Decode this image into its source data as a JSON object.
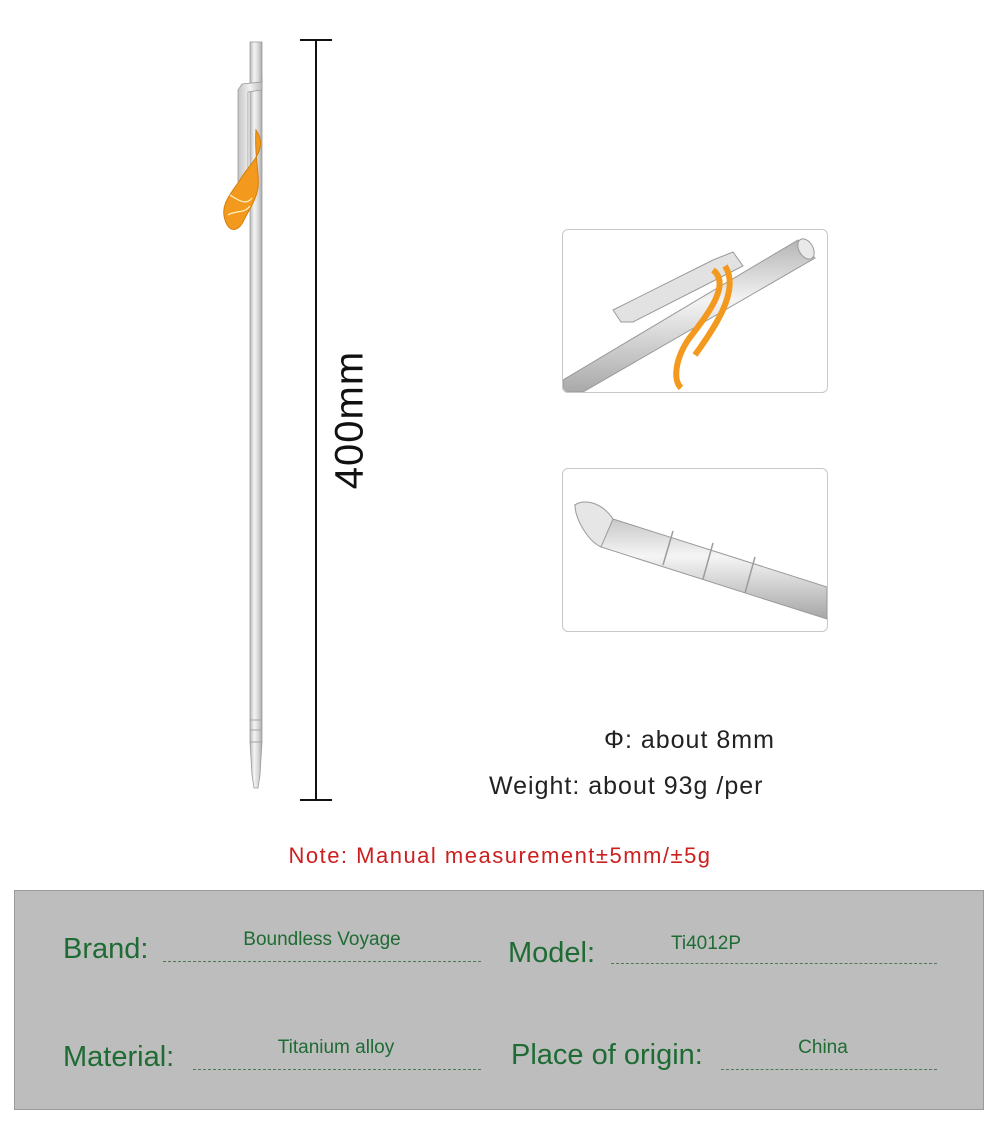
{
  "dimension": {
    "length_label": "400mm"
  },
  "specs": {
    "diameter": "Φ: about 8mm",
    "weight": "Weight: about 93g /per"
  },
  "note": "Note: Manual measurement±5mm/±5g",
  "info": {
    "brand_label": "Brand:",
    "brand_value": "Boundless Voyage",
    "model_label": "Model:",
    "model_value": "Ti4012P",
    "material_label": "Material:",
    "material_value": "Titanium alloy",
    "origin_label": "Place of origin:",
    "origin_value": "China"
  },
  "colors": {
    "label_green": "#1f6b34",
    "note_red": "#cc1f1f",
    "info_box_bg": "#bdbdbd",
    "cord_orange": "#f39a1e"
  }
}
